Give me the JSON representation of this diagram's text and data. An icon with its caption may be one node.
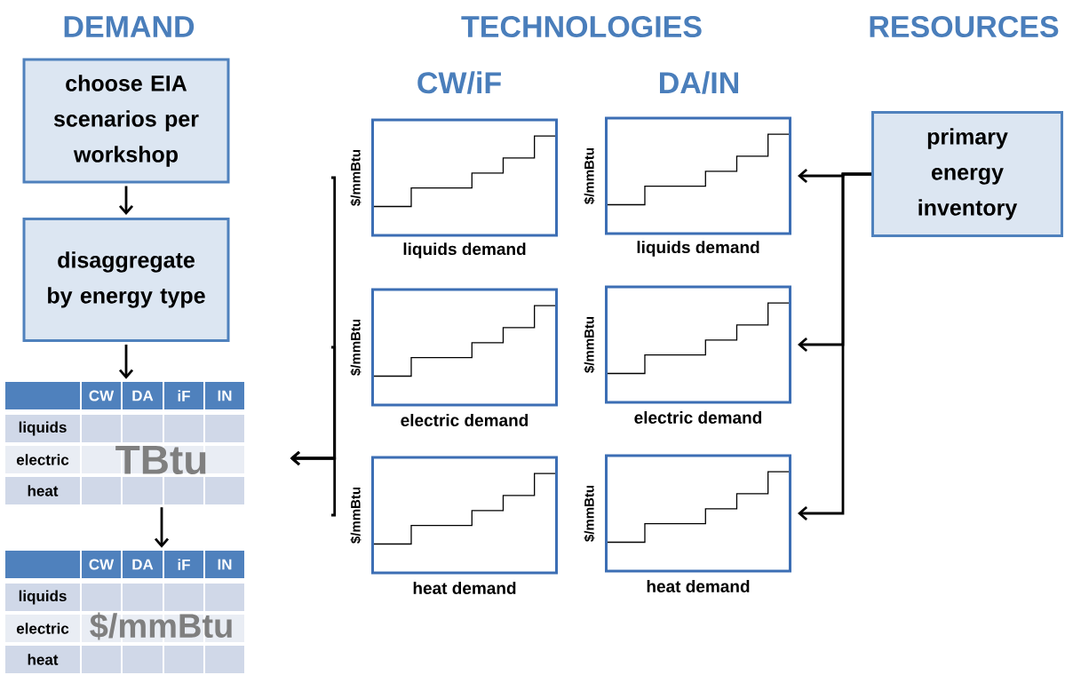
{
  "diagram": {
    "nodes": [
      {
        "text": [
          "choose EIA scenarios per workshop"
        ]
      },
      {
        "text": [
          "disaggregate by energy type"
        ]
      },
      {
        "text": [
          "TBtu"
        ]
      },
      {
        "text": [
          "$/mmBtu"
        ]
      },
      {
        "text": [
          "$/mmBtu",
          "liquids demand"
        ]
      },
      {
        "text": [
          "$/mmBtu",
          "liquids demand"
        ]
      },
      {
        "text": [
          "$/mmBtu",
          "electric demand"
        ]
      },
      {
        "text": [
          "$/mmBtu",
          "electric demand"
        ]
      },
      {
        "text": [
          "$/mmBtu",
          "heat demand"
        ]
      },
      {
        "text": [
          "$/mmBtu",
          "heat demand"
        ]
      },
      {
        "text": [
          "primary energy inventory"
        ]
      }
    ],
    "edges": [
      {
        "from": 0,
        "to": 1,
        "arrow": "to"
      },
      {
        "from": 1,
        "to": 2,
        "arrow": "to"
      },
      {
        "from": 2,
        "to": 3,
        "arrow": "to"
      },
      {
        "from": 4,
        "to": 2,
        "arrow": "to"
      },
      {
        "from": 6,
        "to": 2,
        "arrow": "to"
      },
      {
        "from": 8,
        "to": 2,
        "arrow": "to"
      },
      {
        "from": 10,
        "to": 5,
        "arrow": "to"
      },
      {
        "from": 10,
        "to": 7,
        "arrow": "to"
      },
      {
        "from": 10,
        "to": 9,
        "arrow": "to"
      }
    ],
    "labels": [
      "DEMAND",
      "TECHNOLOGIES",
      "RESOURCES",
      "CW/iF",
      "DA/IN",
      "CW",
      "DA",
      "iF",
      "IN",
      "liquids",
      "electric",
      "heat",
      "CW",
      "DA",
      "iF",
      "IN",
      "liquids",
      "electric",
      "heat"
    ]
  }
}
